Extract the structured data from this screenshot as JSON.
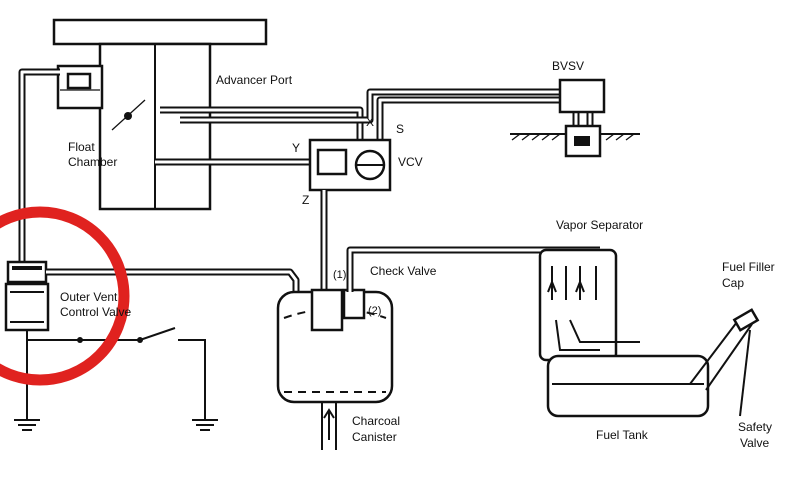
{
  "labels": {
    "advancer_port": "Advancer Port",
    "bvsv": "BVSV",
    "float_chamber_1": "Float",
    "float_chamber_2": "Chamber",
    "x": "X",
    "s": "S",
    "y": "Y",
    "vcv": "VCV",
    "z": "Z",
    "vapor_separator": "Vapor Separator",
    "check_valve": "Check Valve",
    "port_1": "(1)",
    "port_2": "(2)",
    "outer_vent_1": "Outer Vent",
    "outer_vent_2": "Control Valve",
    "fuel_filler_cap_1": "Fuel Filler",
    "fuel_filler_cap_2": "Cap",
    "charcoal_canister_1": "Charcoal",
    "charcoal_canister_2": "Canister",
    "fuel_tank": "Fuel Tank",
    "safety_valve_1": "Safety",
    "safety_valve_2": "Valve"
  },
  "colors": {
    "line": "#111111",
    "highlight_circle": "#e0221f",
    "background": "#ffffff"
  }
}
